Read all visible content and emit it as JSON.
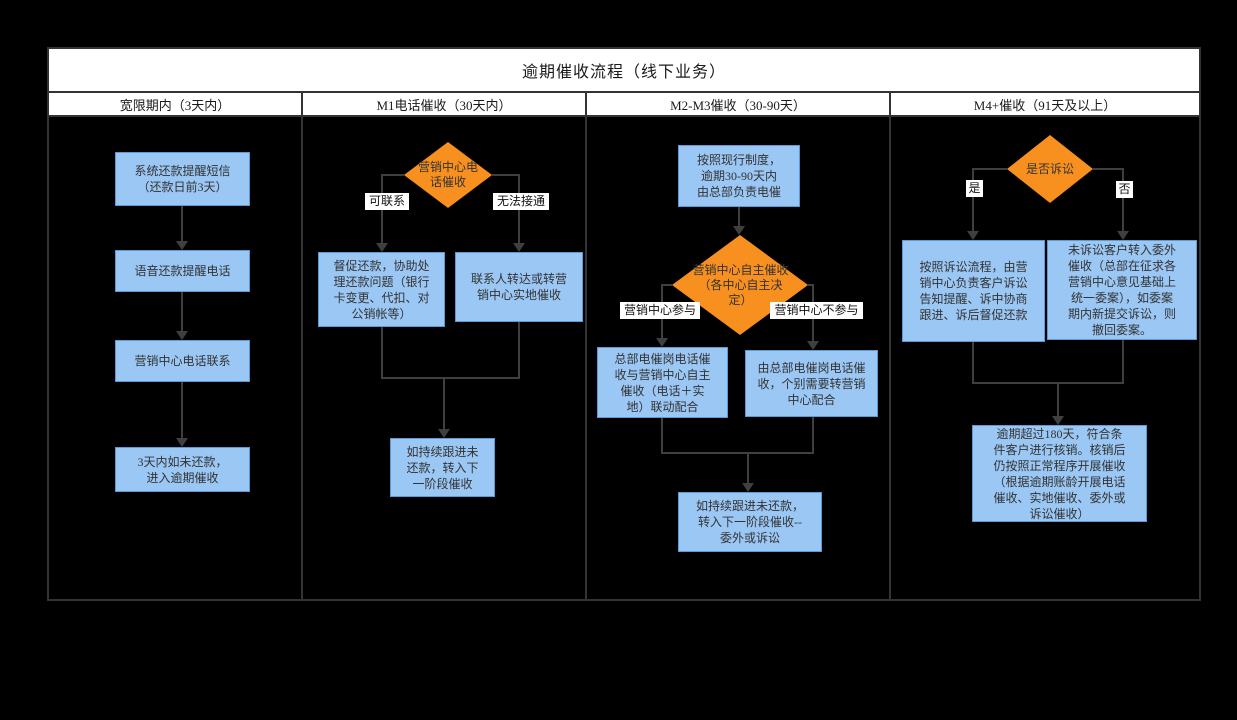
{
  "title": "逾期催收流程（线下业务）",
  "lanes": [
    {
      "label": "宽限期内（3天内）"
    },
    {
      "label": "M1电话催收（30天内）"
    },
    {
      "label": "M2-M3催收（30-90天）"
    },
    {
      "label": "M4+催收（91天及以上）"
    }
  ],
  "flow": {
    "grace": {
      "sms": "系统还款提醒短信\n（还款日前3天）",
      "voice": "语音还款提醒电话",
      "marketing_call": "营销中心电话联系",
      "enter_overdue": "3天内如未还款，\n进入逾期催收"
    },
    "m1": {
      "decision": "营销中心电\n话催收",
      "branch_reachable": "可联系",
      "branch_unreachable": "无法接通",
      "reachable_action": "督促还款，协助处\n理还款问题（银行\n卡变更、代扣、对\n公销帐等）",
      "unreachable_action": "联系人转达或转营\n销中心实地催收",
      "next_stage": "如持续跟进未\n还款，转入下\n一阶段催收"
    },
    "m2_m3": {
      "policy": "按照现行制度，\n逾期30-90天内\n由总部负责电催",
      "decision": "营销中心自主催收\n（各中心自主决\n定）",
      "branch_participate": "营销中心参与",
      "branch_not_participate": "营销中心不参与",
      "joint_action": "总部电催岗电话催\n收与营销中心自主\n催收（电话＋实\n地）联动配合",
      "hq_action": "由总部电催岗电话催\n收，个别需要转营销\n中心配合",
      "next_stage": "如持续跟进未还款，\n转入下一阶段催收--\n委外或诉讼"
    },
    "m4": {
      "decision": "是否诉讼",
      "branch_yes": "是",
      "branch_no": "否",
      "litigation": "按照诉讼流程，由营\n销中心负责客户诉讼\n告知提醒、诉中协商\n跟进、诉后督促还款",
      "outsource": "未诉讼客户转入委外\n催收（总部在征求各\n营销中心意见基础上\n统一委案），如委案\n期内新提交诉讼，则\n撤回委案。",
      "writeoff": "逾期超过180天，符合条\n件客户进行核销。核销后\n仍按照正常程序开展催收\n（根据逾期账龄开展电话\n催收、实地催收、委外或\n诉讼催收）"
    }
  },
  "colors": {
    "box_fill": "#9BC7F4",
    "box_border": "#5B9BD5",
    "diamond_fill": "#F7901E",
    "arrow": "#3F3F3F",
    "frame_border": "#333333",
    "band_bg": "#FFFFFF",
    "lane_bg": "#000000",
    "text": "#333333"
  }
}
